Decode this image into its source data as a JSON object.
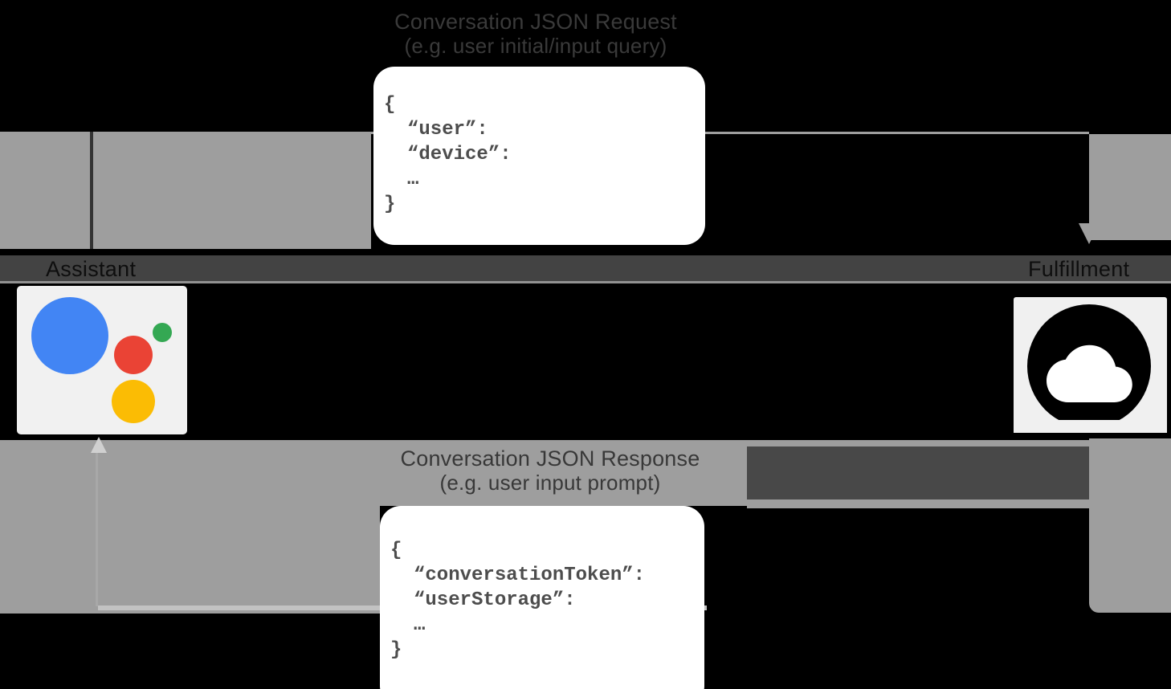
{
  "request_flow": {
    "title_line1": "Conversation JSON Request",
    "title_line2": "(e.g. user initial/input query)",
    "code": {
      "open": "{",
      "line1": "“user”:",
      "line2": "“device”:",
      "ellipsis": "…",
      "close": "}"
    }
  },
  "response_flow": {
    "title_line1": "Conversation JSON Response",
    "title_line2": "(e.g. user input prompt)",
    "code": {
      "open": "{",
      "line1": "“conversationToken”:",
      "line2": "“userStorage”:",
      "ellipsis": "…",
      "close": "}"
    }
  },
  "nodes": {
    "assistant": {
      "label": "Assistant"
    },
    "fulfillment": {
      "label": "Fulfillment"
    }
  },
  "icons": {
    "assistant": "google-assistant-logo-icon",
    "fulfillment": "cloud-icon"
  },
  "colors": {
    "background": "#000000",
    "band_gray": "#9e9e9e",
    "band_dark": "#434343",
    "code_text": "#4d4d4d",
    "title_text": "#3a3a3a",
    "assistant_blue": "#4285f4",
    "assistant_red": "#ea4335",
    "assistant_green": "#34a853",
    "assistant_yellow": "#fbbc04",
    "cloud_logo": "#000000"
  }
}
